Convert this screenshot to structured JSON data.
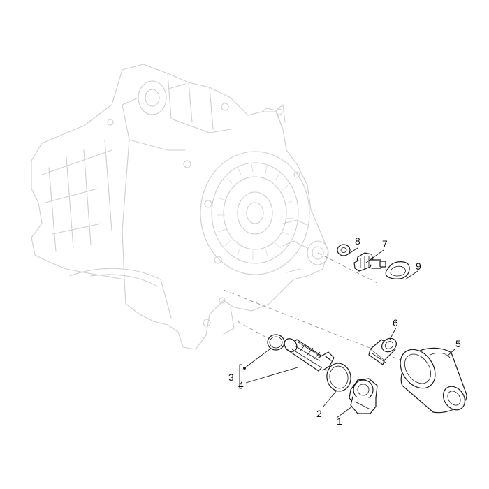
{
  "callouts": {
    "c1": "1",
    "c2": "2",
    "c3": "3",
    "c4": "4",
    "c5": "5",
    "c6": "6",
    "c7": "7",
    "c8": "8",
    "c9": "9"
  },
  "colors": {
    "housing_outline": "#cfcfcf",
    "part_outline": "#1a1a1a",
    "background": "#ffffff"
  }
}
